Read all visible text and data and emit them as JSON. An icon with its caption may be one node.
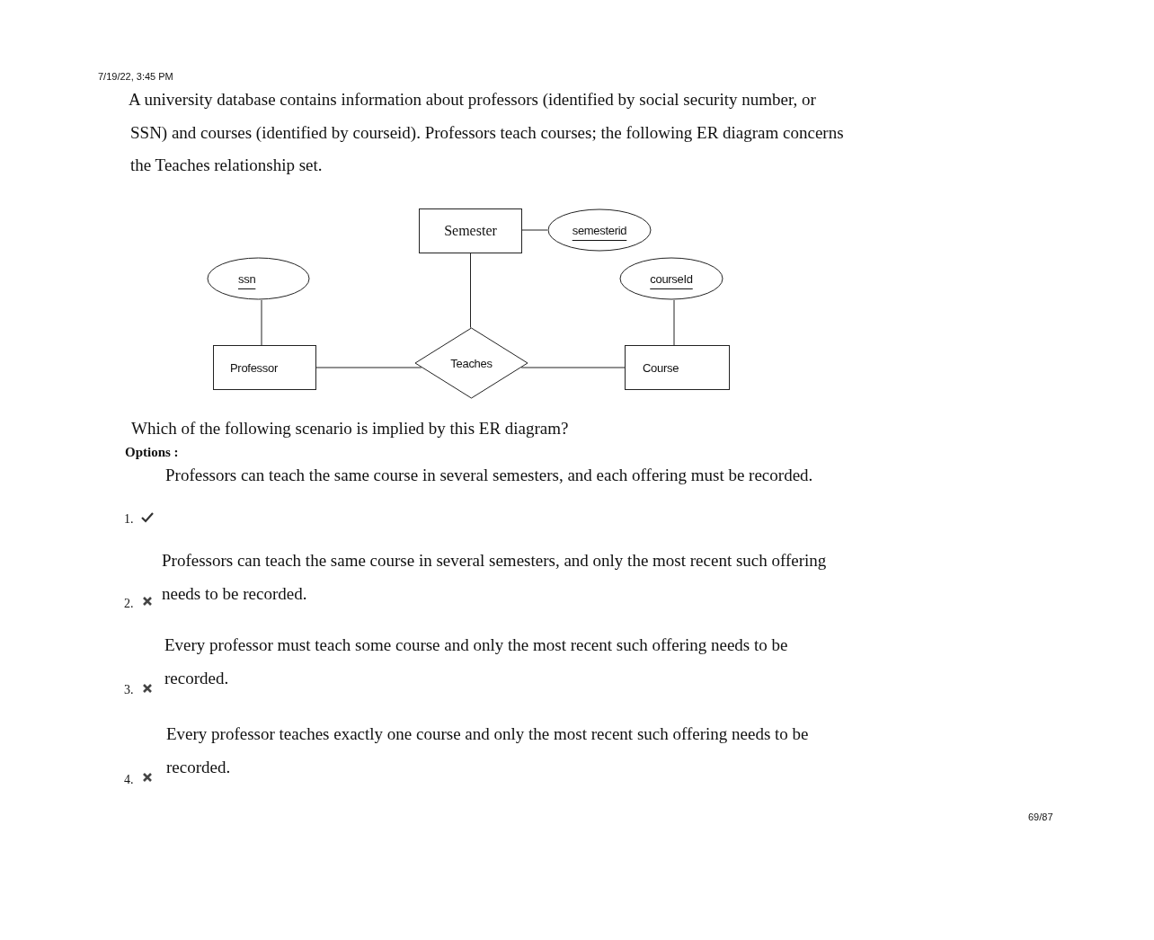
{
  "diagram": {
    "nodes": [
      {
        "text": [
          "Semester"
        ]
      },
      {
        "text": [
          "semesterid"
        ]
      },
      {
        "text": [
          "ssn"
        ]
      },
      {
        "text": [
          "courseId"
        ]
      },
      {
        "text": [
          "Professor"
        ]
      },
      {
        "text": [
          "Teaches"
        ]
      },
      {
        "text": [
          "Course"
        ]
      }
    ],
    "edges": [
      {
        "from": 0,
        "to": 1,
        "arrow": "none"
      },
      {
        "from": 2,
        "to": 4,
        "arrow": "none"
      },
      {
        "from": 3,
        "to": 6,
        "arrow": "none"
      },
      {
        "from": 4,
        "to": 5,
        "arrow": "none"
      },
      {
        "from": 5,
        "to": 6,
        "arrow": "none"
      },
      {
        "from": 0,
        "to": 5,
        "arrow": "none"
      }
    ],
    "labels": [
      "7/19/22, 3:45 PM",
      "A university database contains information about professors (identified by social security number, or SSN) and courses (identified by courseid). Professors teach courses; the following ER diagram concerns the Teaches relationship set.",
      "Which of the following scenario is implied by this ER diagram?",
      "Options :",
      "Professors can teach the same course in several semesters, and each offering must be recorded.",
      "1.",
      "Professors can teach the same course in several semesters, and only the most recent such offering needs to be recorded.",
      "2.",
      "Every professor must teach some course and only the most recent such offering needs to be recorded.",
      "3.",
      "Every professor teaches exactly one course and only the most recent such offering needs to be recorded.",
      "4.",
      "69/87"
    ]
  }
}
